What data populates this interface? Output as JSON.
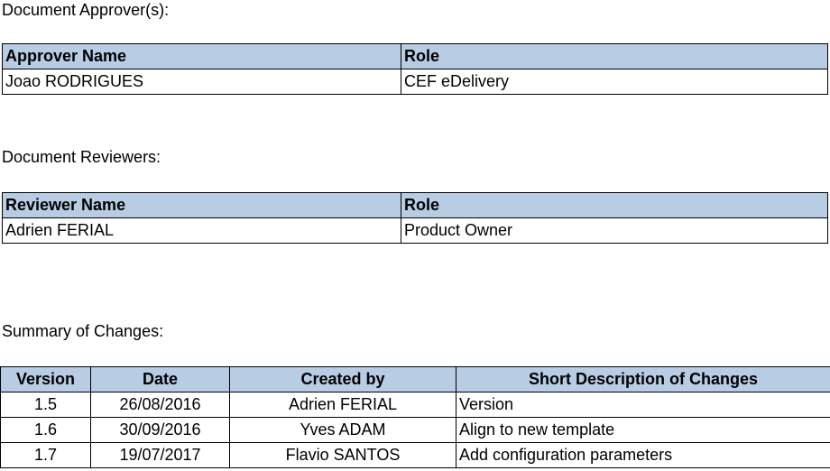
{
  "approvers": {
    "heading": "Document Approver(s):",
    "columns": [
      "Approver Name",
      "Role"
    ],
    "rows": [
      [
        "Joao RODRIGUES",
        "CEF eDelivery"
      ]
    ]
  },
  "reviewers": {
    "heading": "Document Reviewers:",
    "columns": [
      "Reviewer Name",
      "Role"
    ],
    "rows": [
      [
        "Adrien FERIAL",
        "Product Owner"
      ]
    ]
  },
  "changes": {
    "heading": "Summary of Changes:",
    "columns": [
      "Version",
      "Date",
      "Created by",
      "Short Description of Changes"
    ],
    "rows": [
      [
        "1.5",
        "26/08/2016",
        "Adrien FERIAL",
        "Version"
      ],
      [
        "1.6",
        "30/09/2016",
        "Yves ADAM",
        "Align to new template"
      ],
      [
        "1.7",
        "19/07/2017",
        "Flavio SANTOS",
        "Add configuration parameters"
      ]
    ]
  }
}
